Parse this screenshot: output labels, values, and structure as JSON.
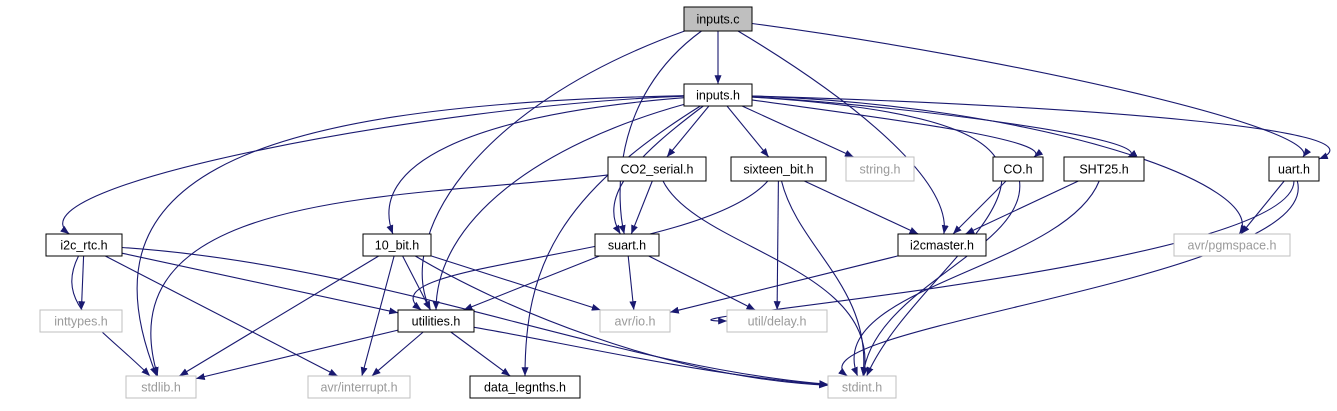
{
  "graph": {
    "nodes": [
      {
        "id": "inputs_c",
        "label": "inputs.c",
        "kind": "root"
      },
      {
        "id": "inputs_h",
        "label": "inputs.h",
        "kind": "file"
      },
      {
        "id": "co2",
        "label": "CO2_serial.h",
        "kind": "file"
      },
      {
        "id": "sixteen",
        "label": "sixteen_bit.h",
        "kind": "file"
      },
      {
        "id": "string",
        "label": "string.h",
        "kind": "ext"
      },
      {
        "id": "co",
        "label": "CO.h",
        "kind": "file"
      },
      {
        "id": "sht25",
        "label": "SHT25.h",
        "kind": "file"
      },
      {
        "id": "uart",
        "label": "uart.h",
        "kind": "file"
      },
      {
        "id": "i2crtc",
        "label": "i2c_rtc.h",
        "kind": "file"
      },
      {
        "id": "tenbit",
        "label": "10_bit.h",
        "kind": "file"
      },
      {
        "id": "suart",
        "label": "suart.h",
        "kind": "file"
      },
      {
        "id": "i2cmaster",
        "label": "i2cmaster.h",
        "kind": "file"
      },
      {
        "id": "pgmspace",
        "label": "avr/pgmspace.h",
        "kind": "ext"
      },
      {
        "id": "inttypes",
        "label": "inttypes.h",
        "kind": "ext"
      },
      {
        "id": "utilities",
        "label": "utilities.h",
        "kind": "file"
      },
      {
        "id": "avrio",
        "label": "avr/io.h",
        "kind": "ext"
      },
      {
        "id": "delay",
        "label": "util/delay.h",
        "kind": "ext"
      },
      {
        "id": "stdlib",
        "label": "stdlib.h",
        "kind": "ext"
      },
      {
        "id": "interrupt",
        "label": "avr/interrupt.h",
        "kind": "ext"
      },
      {
        "id": "datalen",
        "label": "data_legnths.h",
        "kind": "file"
      },
      {
        "id": "stdint",
        "label": "stdint.h",
        "kind": "ext"
      }
    ],
    "edges": [
      [
        "inputs_c",
        "inputs_h"
      ],
      [
        "inputs_c",
        "suart"
      ],
      [
        "inputs_c",
        "utilities"
      ],
      [
        "inputs_c",
        "i2cmaster"
      ],
      [
        "inputs_c",
        "uart"
      ],
      [
        "inputs_h",
        "co2"
      ],
      [
        "inputs_h",
        "sixteen"
      ],
      [
        "inputs_h",
        "string"
      ],
      [
        "inputs_h",
        "co"
      ],
      [
        "inputs_h",
        "sht25"
      ],
      [
        "inputs_h",
        "uart"
      ],
      [
        "inputs_h",
        "i2crtc"
      ],
      [
        "inputs_h",
        "tenbit"
      ],
      [
        "inputs_h",
        "suart"
      ],
      [
        "inputs_h",
        "utilities"
      ],
      [
        "inputs_h",
        "datalen"
      ],
      [
        "inputs_h",
        "stdlib"
      ],
      [
        "inputs_h",
        "pgmspace"
      ],
      [
        "inputs_h",
        "stdint"
      ],
      [
        "co2",
        "suart"
      ],
      [
        "co2",
        "stdlib"
      ],
      [
        "co2",
        "stdint"
      ],
      [
        "sixteen",
        "i2cmaster"
      ],
      [
        "sixteen",
        "delay"
      ],
      [
        "sixteen",
        "utilities"
      ],
      [
        "sixteen",
        "stdint"
      ],
      [
        "co",
        "i2cmaster"
      ],
      [
        "co",
        "stdint"
      ],
      [
        "sht25",
        "i2cmaster"
      ],
      [
        "sht25",
        "stdint"
      ],
      [
        "uart",
        "pgmspace"
      ],
      [
        "uart",
        "delay"
      ],
      [
        "uart",
        "stdint"
      ],
      [
        "i2crtc",
        "inttypes"
      ],
      [
        "i2crtc",
        "utilities"
      ],
      [
        "i2crtc",
        "stdlib"
      ],
      [
        "i2crtc",
        "interrupt"
      ],
      [
        "i2crtc",
        "stdint"
      ],
      [
        "tenbit",
        "utilities"
      ],
      [
        "tenbit",
        "avrio"
      ],
      [
        "tenbit",
        "stdlib"
      ],
      [
        "tenbit",
        "interrupt"
      ],
      [
        "tenbit",
        "stdint"
      ],
      [
        "suart",
        "utilities"
      ],
      [
        "suart",
        "avrio"
      ],
      [
        "suart",
        "delay"
      ],
      [
        "i2cmaster",
        "avrio"
      ],
      [
        "utilities",
        "stdlib"
      ],
      [
        "utilities",
        "interrupt"
      ],
      [
        "utilities",
        "datalen"
      ],
      [
        "utilities",
        "stdint"
      ]
    ]
  },
  "colors": {
    "edge": "#191970",
    "root_fill": "#bfbfbf",
    "ext_border": "#bfbfbf",
    "ext_text": "#9a9a9a"
  }
}
